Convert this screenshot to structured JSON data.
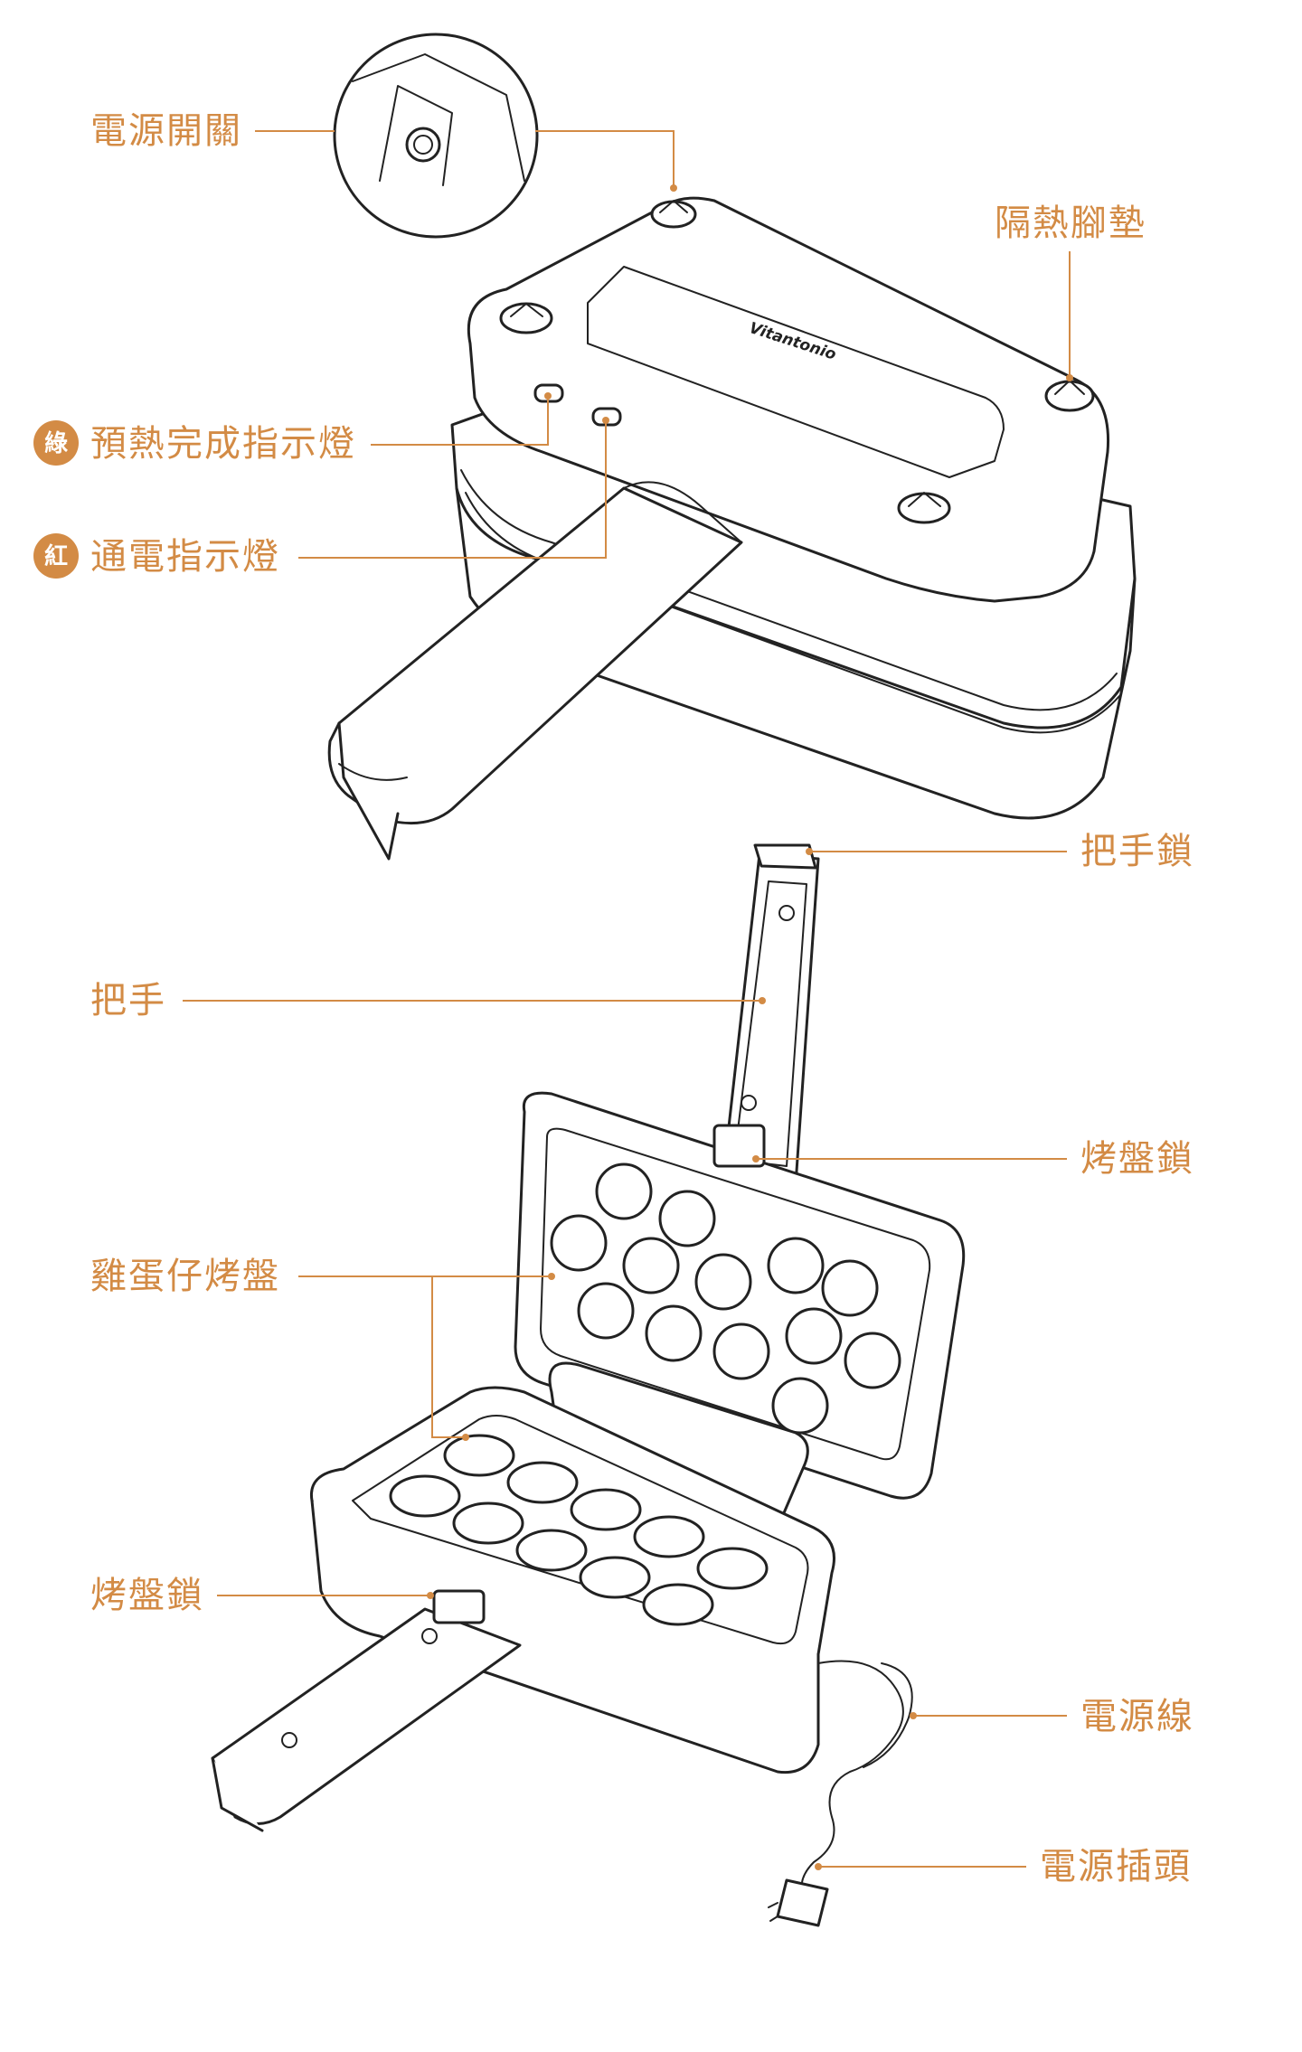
{
  "brand_logo": "Vitantonio",
  "colors": {
    "accent": "#d38b45",
    "line": "#222222",
    "badge_text": "#ffffff"
  },
  "labels": {
    "power_switch": "電源開關",
    "heat_pad": "隔熱腳墊",
    "preheat_indicator": "預熱完成指示燈",
    "preheat_badge": "綠",
    "power_indicator": "通電指示燈",
    "power_badge": "紅",
    "handle_lock": "把手鎖",
    "handle": "把手",
    "plate_lock_upper": "烤盤鎖",
    "egg_plate": "雞蛋仔烤盤",
    "plate_lock_lower": "烤盤鎖",
    "power_cord": "電源線",
    "power_plug": "電源插頭"
  }
}
